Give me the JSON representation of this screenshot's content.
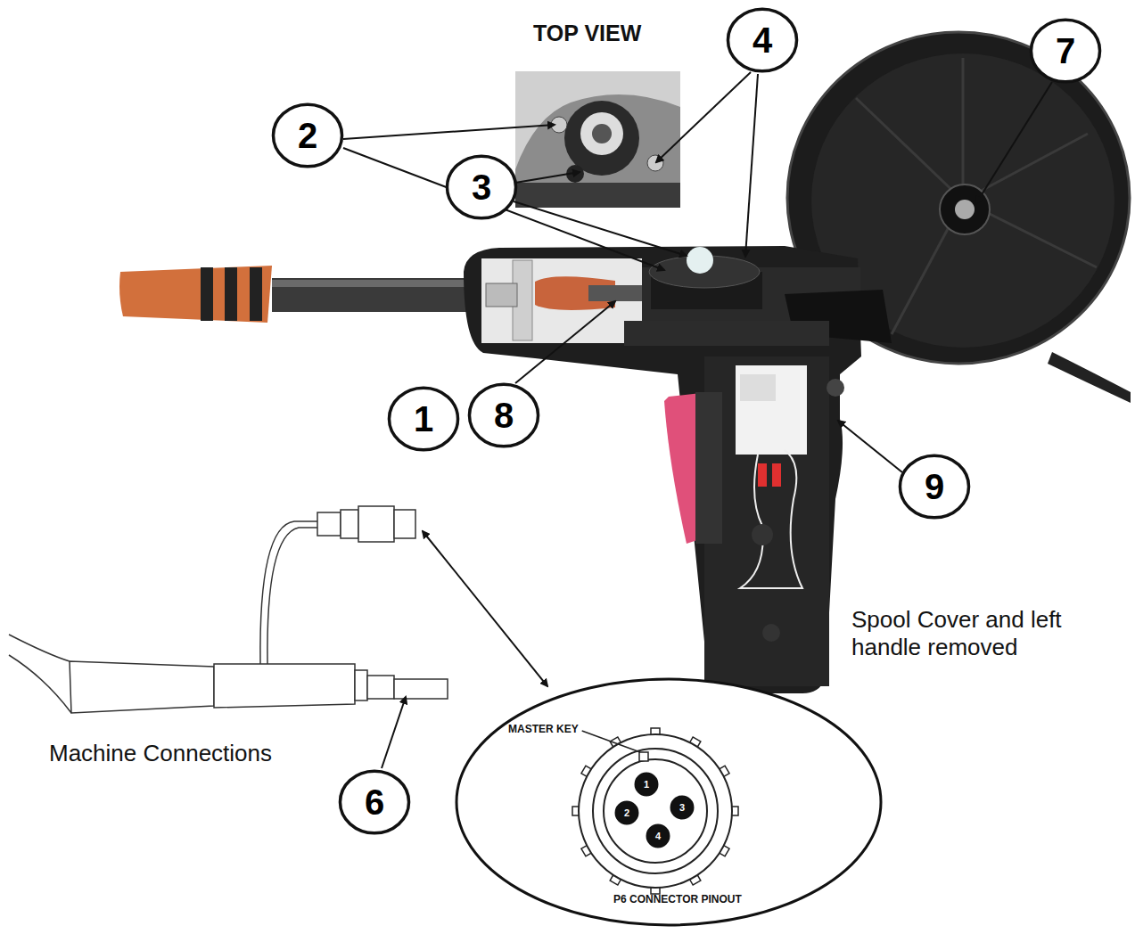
{
  "diagram": {
    "nodes": [
      {
        "text": [
          "4"
        ]
      },
      {
        "text": [
          "7"
        ]
      },
      {
        "text": [
          "2"
        ]
      },
      {
        "text": [
          "3"
        ]
      },
      {
        "text": [
          "1"
        ]
      },
      {
        "text": [
          "8"
        ]
      },
      {
        "text": [
          "9"
        ]
      },
      {
        "text": [
          "MASTER KEY",
          "P6 CONNECTOR PINOUT"
        ]
      },
      {
        "text": [
          "1"
        ],
        "in": 7
      },
      {
        "text": [
          "2"
        ],
        "in": 7
      },
      {
        "text": [
          "3"
        ],
        "in": 7
      },
      {
        "text": [
          "4"
        ],
        "in": 7
      },
      {
        "text": [
          "6"
        ]
      }
    ],
    "labels": [
      "TOP VIEW",
      "Spool Cover and left handle removed",
      "Machine Connections"
    ]
  }
}
